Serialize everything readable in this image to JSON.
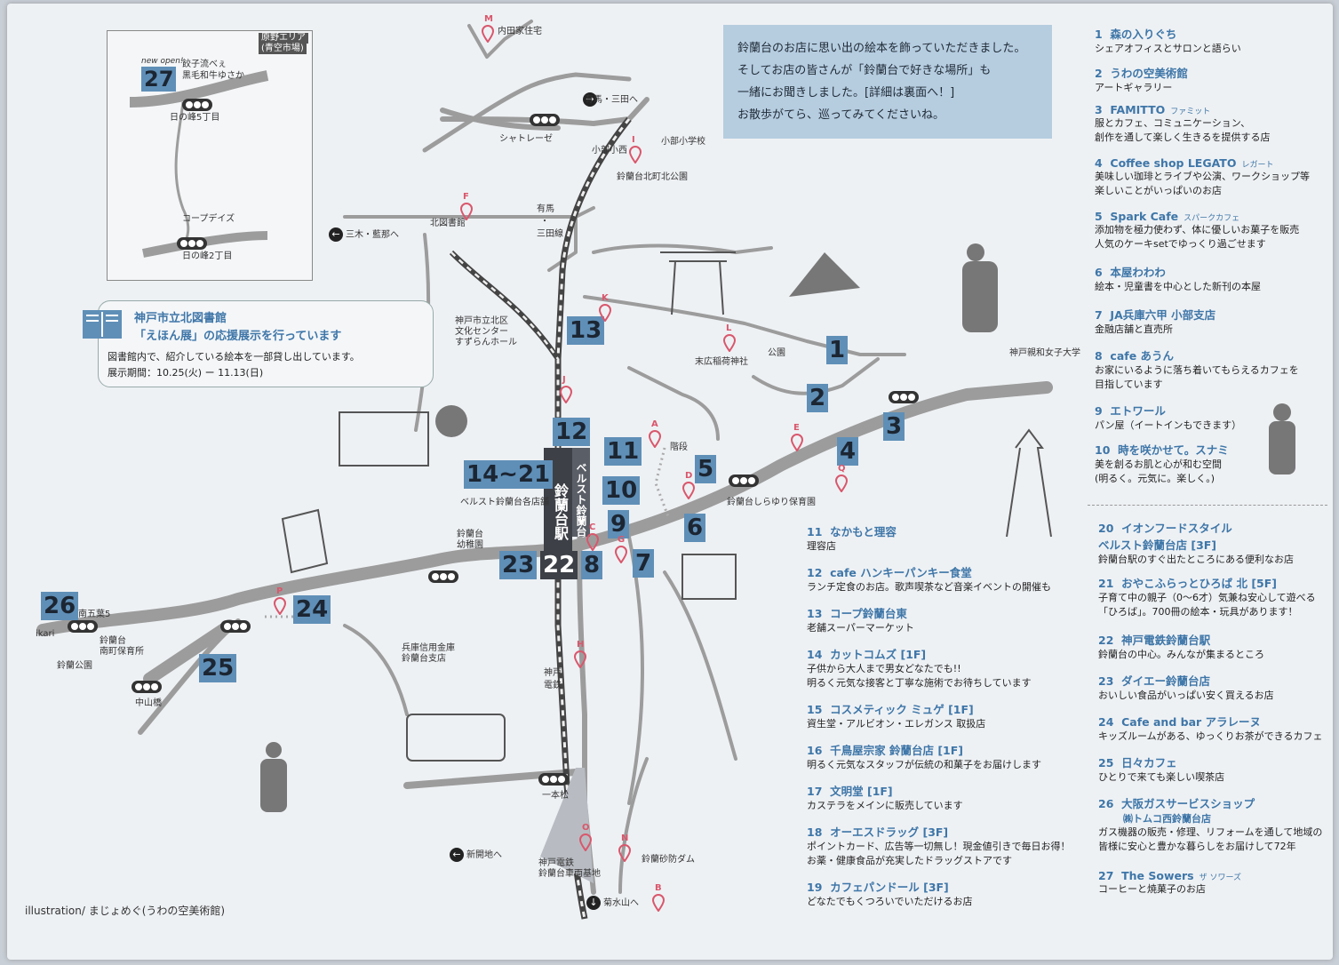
{
  "message": {
    "lines": [
      "鈴蘭台のお店に思い出の絵本を飾っていただきました。",
      "そしてお店の皆さんが「鈴蘭台で好きな場所」も",
      "一緒にお聞きしました。[詳細は裏面へ！]",
      "お散歩がてら、巡ってみてくださいね。"
    ]
  },
  "inset": {
    "area_title": "原野エリア",
    "area_sub": "(青空市場)",
    "new_open": "new open!",
    "shop_name_1": "餃子流べぇ",
    "shop_name_2": "黒毛和牛ゆさか",
    "number": "27",
    "sig1": "日の峰5丁目",
    "coop": "コープデイズ",
    "sig2": "日の峰2丁目"
  },
  "library": {
    "title": "神戸市立北図書館",
    "headline": "「えほん展」の応援展示を行っています",
    "desc": "図書館内で、紹介している絵本を一部貸し出しています。",
    "period": "展示期間：10.25(火) ー 11.13(日)"
  },
  "places": {
    "uchida": "内田家住宅",
    "arima": "有馬・三田へ",
    "chateraise": "シャトレーゼ",
    "obushi_sig": "小部小西",
    "obu_school": "小部小学校",
    "park_north": "鈴蘭台北町北公園",
    "kita_lib": "北図書館",
    "miki": "三木・藍那へ",
    "arima_line_1": "有馬",
    "arima_line_2": "・",
    "arima_line_3": "三田線",
    "bunka_1": "神戸市立北区",
    "bunka_2": "文化センター",
    "bunka_3": "すずらんホール",
    "park": "公園",
    "suehiro": "末広稲荷神社",
    "shinwa": "神戸親和女子大学",
    "stairs": "階段",
    "hoikuen": "鈴蘭台しらゆり保育園",
    "bellst": "ベルスト鈴蘭台各店舗",
    "bellst_bld": "ベルスト鈴蘭台",
    "station": "鈴蘭台駅",
    "youchien_1": "鈴蘭台",
    "youchien_2": "幼稚園",
    "minami5": "南五葉5",
    "ikari": "ikari",
    "minami_1": "鈴蘭台",
    "minami_2": "南町保育所",
    "suzu_park": "鈴蘭公園",
    "shinkin_1": "兵庫信用金庫",
    "shinkin_2": "鈴蘭台支店",
    "kobe_1": "神戸",
    "kobe_2": "電鉄",
    "nakayama": "中山橋",
    "ipponmatsu": "一本松",
    "shinkaichi": "新開地へ",
    "depot_1": "神戸電鉄",
    "depot_2": "鈴蘭台車両基地",
    "dam": "鈴蘭砂防ダム",
    "kikusui": "菊水山へ"
  },
  "numbers": [
    "1",
    "2",
    "3",
    "4",
    "5",
    "6",
    "7",
    "8",
    "9",
    "10",
    "11",
    "12",
    "13",
    "14~21",
    "22",
    "23",
    "24",
    "25",
    "26"
  ],
  "pins": [
    "A",
    "B",
    "C",
    "D",
    "E",
    "F",
    "G",
    "H",
    "I",
    "J",
    "K",
    "L",
    "M",
    "N",
    "O",
    "P",
    "Q"
  ],
  "list_top": [
    {
      "n": "1",
      "name": "森の入りぐち",
      "sub": "",
      "desc": [
        "シェアオフィスとサロンと語らい"
      ]
    },
    {
      "n": "2",
      "name": "うわの空美術館",
      "sub": "",
      "desc": [
        "アートギャラリー"
      ]
    },
    {
      "n": "3",
      "name": "FAMITTO",
      "sub": "ファミット",
      "desc": [
        "服とカフェ、コミュニケーション、",
        "創作を通して楽しく生きるを提供する店"
      ]
    },
    {
      "n": "4",
      "name": "Coffee shop LEGATO",
      "sub": "レガート",
      "desc": [
        "美味しい珈琲とライブや公演、ワークショップ等",
        "楽しいことがいっぱいのお店"
      ]
    },
    {
      "n": "5",
      "name": "Spark Cafe",
      "sub": "スパークカフェ",
      "desc": [
        "添加物を極力使わず、体に優しいお菓子を販売",
        "人気のケーキsetでゆっくり過ごせます"
      ]
    },
    {
      "n": "6",
      "name": "本屋わわわ",
      "sub": "",
      "desc": [
        "絵本・児童書を中心とした新刊の本屋"
      ]
    },
    {
      "n": "7",
      "name": "JA兵庫六甲 小部支店",
      "sub": "",
      "desc": [
        "金融店舗と直売所"
      ]
    },
    {
      "n": "8",
      "name": "cafe あうん",
      "sub": "",
      "desc": [
        "お家にいるように落ち着いてもらえるカフェを",
        "目指しています"
      ]
    },
    {
      "n": "9",
      "name": "エトワール",
      "sub": "",
      "desc": [
        "パン屋（イートインもできます）"
      ]
    },
    {
      "n": "10",
      "name": "時を咲かせて。スナミ",
      "sub": "",
      "desc": [
        "美を創るお肌と心が和む空間",
        "(明るく。元気に。楽しく。)"
      ]
    }
  ],
  "list_mid": [
    {
      "n": "11",
      "name": "なかもと理容",
      "desc": "理容店"
    },
    {
      "n": "12",
      "name": "cafe ハンキーパンキー食堂",
      "desc": "ランチ定食のお店。歌声喫茶など音楽イベントの開催も"
    },
    {
      "n": "13",
      "name": "コープ鈴蘭台東",
      "desc": "老舗スーパーマーケット"
    },
    {
      "n": "14",
      "name": "カットコムズ [1F]",
      "desc": "子供から大人まで男女どなたでも!!\n明るく元気な接客と丁寧な施術でお待ちしています"
    },
    {
      "n": "15",
      "name": "コスメティック ミュゲ [1F]",
      "desc": "資生堂・アルビオン・エレガンス 取扱店"
    },
    {
      "n": "16",
      "name": "千鳥屋宗家 鈴蘭台店 [1F]",
      "desc": "明るく元気なスタッフが伝統の和菓子をお届けします"
    },
    {
      "n": "17",
      "name": "文明堂 [1F]",
      "desc": "カステラをメインに販売しています"
    },
    {
      "n": "18",
      "name": "オーエスドラッグ [3F]",
      "desc": "ポイントカード、広告等一切無し！現金値引きで毎日お得！\nお薬・健康食品が充実したドラッグストアです"
    },
    {
      "n": "19",
      "name": "カフェパンドール [3F]",
      "desc": "どなたでもくつろいでいただけるお店"
    }
  ],
  "list_right": [
    {
      "n": "20",
      "name": "イオンフードスタイル\nベルスト鈴蘭台店 [3F]",
      "sub": "",
      "desc": [
        "鈴蘭台駅のすぐ出たところにある便利なお店"
      ]
    },
    {
      "n": "21",
      "name": "おやこふらっとひろば 北 [5F]",
      "sub": "",
      "desc": [
        "子育て中の親子（0〜6才）気兼ね安心して遊べる",
        "「ひろば」。700冊の絵本・玩具があります！"
      ]
    },
    {
      "n": "22",
      "name": "神戸電鉄鈴蘭台駅",
      "sub": "",
      "desc": [
        "鈴蘭台の中心。みんなが集まるところ"
      ]
    },
    {
      "n": "23",
      "name": "ダイエー鈴蘭台店",
      "sub": "",
      "desc": [
        "おいしい食品がいっぱい安く買えるお店"
      ]
    },
    {
      "n": "24",
      "name": "Cafe and bar アラレーヌ",
      "sub": "",
      "desc": [
        "キッズルームがある、ゆっくりお茶ができるカフェ"
      ]
    },
    {
      "n": "25",
      "name": "日々カフェ",
      "sub": "",
      "desc": [
        "ひとりで来ても楽しい喫茶店"
      ]
    },
    {
      "n": "26",
      "name": "大阪ガスサービスショップ",
      "sub": "",
      "desc": [
        "㈱トムコ西鈴蘭台店"
      ],
      "desc2": [
        "ガス機器の販売・修理、リフォームを通して地域の",
        "皆様に安心と豊かな暮らしをお届けして72年"
      ]
    },
    {
      "n": "27",
      "name": "The Sowers",
      "sub": "ザ ソワーズ",
      "desc": [
        "コーヒーと焼菓子のお店"
      ]
    }
  ],
  "credit": "illustration/ まじょめぐ(うわの空美術館)",
  "colors": {
    "accent": "#5f8fb7",
    "pin": "#d9576c",
    "road": "#9a9a9a",
    "message_bg": "#b6cde0"
  }
}
